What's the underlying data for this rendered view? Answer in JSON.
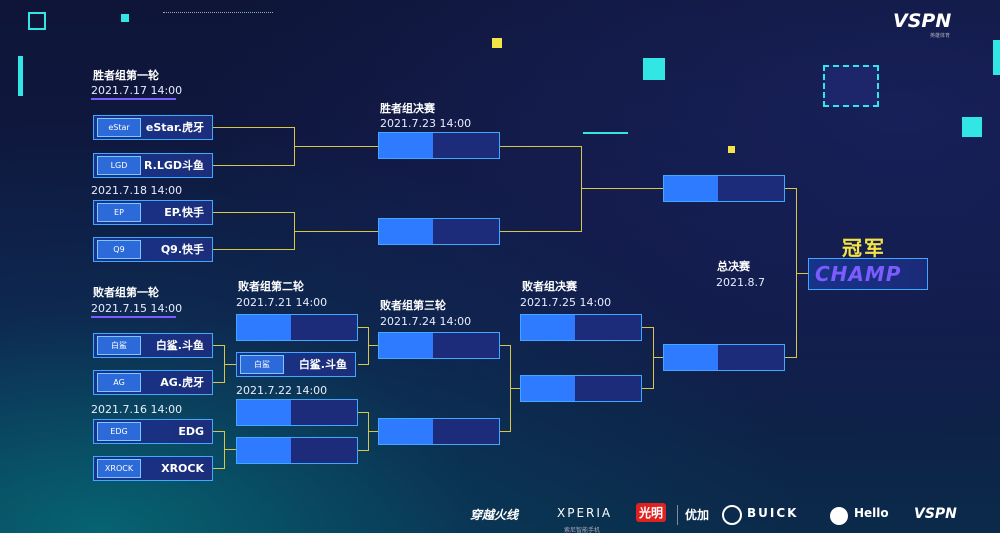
{
  "brand": {
    "name": "VSPN",
    "subtitle": "英雄体育"
  },
  "winners_bracket": {
    "round1": {
      "title": "胜者组第一轮",
      "date_a": "2021.7.17   14:00",
      "date_b": "2021.7.18   14:00",
      "teams": [
        "eStar.虎牙",
        "R.LGD斗鱼",
        "EP.快手",
        "Q9.快手"
      ]
    },
    "final": {
      "title": "胜者组决赛",
      "date": "2021.7.23   14:00"
    }
  },
  "losers_bracket": {
    "round1": {
      "title": "败者组第一轮",
      "date_a": "2021.7.15   14:00",
      "date_b": "2021.7.16   14:00",
      "teams": [
        "白鲨.斗鱼",
        "AG.虎牙",
        "EDG",
        "XROCK"
      ]
    },
    "round2": {
      "title": "败者组第二轮",
      "date_a": "2021.7.21   14:00",
      "date_b": "2021.7.22   14:00",
      "advanced_team": "白鲨.斗鱼"
    },
    "round3": {
      "title": "败者组第三轮",
      "date": "2021.7.24   14:00"
    },
    "final": {
      "title": "败者组决赛",
      "date": "2021.7.25   14:00"
    }
  },
  "grand_final": {
    "title": "总决赛",
    "date": "2021.8.7"
  },
  "champion": {
    "title": "冠军",
    "word": "CHAMP"
  },
  "team_logos": [
    "eStar",
    "LGD",
    "EP",
    "Q9",
    "白鲨",
    "AG",
    "EDG",
    "XROCK"
  ],
  "sponsors": {
    "cf": "穿越火线",
    "xperia": "XPERIA",
    "xperia_sub": "索尼智能手机",
    "guangming": "光明",
    "youjia": "优加",
    "buick": "BUICK",
    "hello": "Hello",
    "vspn": "VSPN"
  },
  "colors": {
    "accent_cyan": "#33e6e6",
    "accent_yellow": "#f5e445",
    "accent_purple": "#7b5cff",
    "slot_blue": "#2e7bff",
    "line": "#d8c64a"
  }
}
